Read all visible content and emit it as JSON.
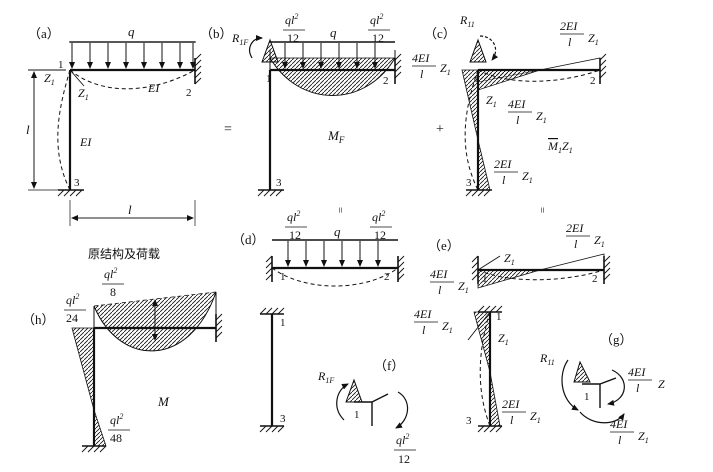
{
  "panels": {
    "a": "（a）",
    "b": "（b）",
    "c": "（c）",
    "d": "（d）",
    "e": "（e）",
    "f": "（f）",
    "g": "（g）",
    "h": "（h）"
  },
  "caption_a": "原结构及荷载",
  "operators": {
    "eq1": "=",
    "plus": "+",
    "eq_b": "=",
    "eq_c": "="
  },
  "labels": {
    "q": "q",
    "l": "l",
    "EI": "EI",
    "Z1": "Z",
    "sub1": "1",
    "node1": "1",
    "node2": "2",
    "node3": "3",
    "R": "R",
    "sub1F": "1F",
    "sub11": "11",
    "M": "M",
    "MF_M": "M",
    "MF_sub": "F",
    "Mbar": "M",
    "Mbar_sub": "1",
    "Z": "Z"
  },
  "fractions": {
    "ql2_12": {
      "num": "ql",
      "exp": "2",
      "den": "12"
    },
    "ql2_8": {
      "num": "ql",
      "exp": "2",
      "den": "8"
    },
    "ql2_24": {
      "num": "ql",
      "exp": "2",
      "den": "24"
    },
    "ql2_48": {
      "num": "ql",
      "exp": "2",
      "den": "48"
    },
    "fourEI_l": {
      "num": "4EI",
      "den": "l"
    },
    "twoEI_l": {
      "num": "2EI",
      "den": "l"
    }
  }
}
